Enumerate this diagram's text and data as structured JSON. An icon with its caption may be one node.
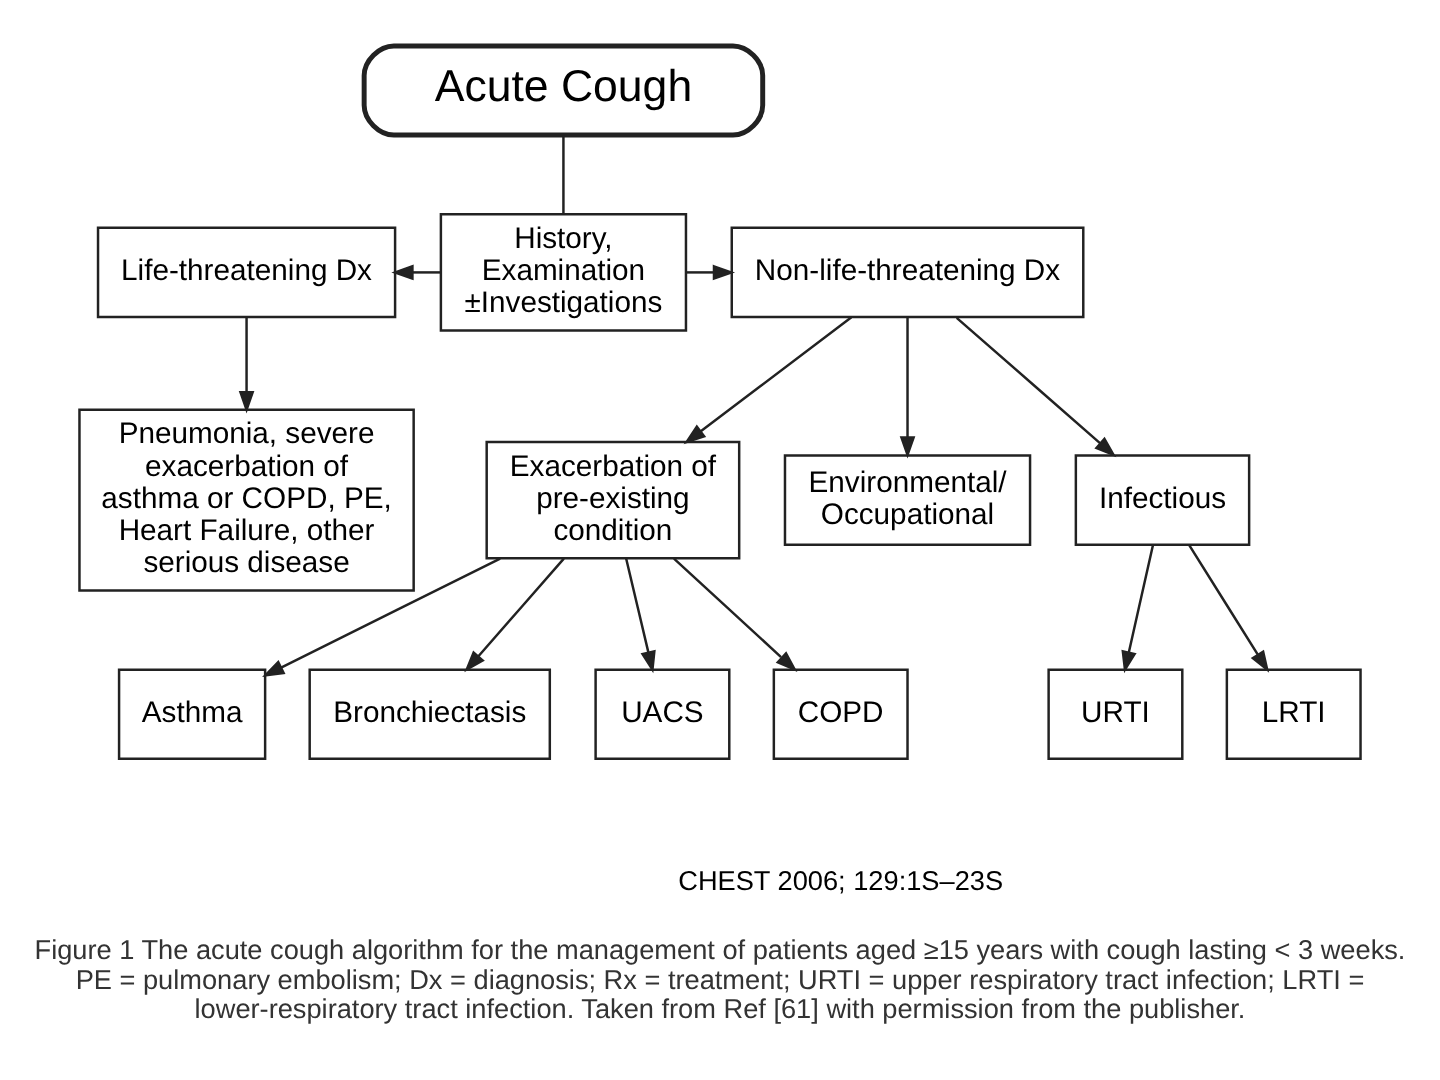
{
  "diagram": {
    "caption": "Figure 1 The acute cough algorithm for the management of patients aged ≥15 years with cough lasting < 3 weeks. PE = pulmonary embolism; Dx = diagnosis; Rx = treatment; URTI = upper respiratory tract infection; LRTI = lower-respiratory tract infection. Taken from Ref [61] with permission from the publisher.",
    "nodes": [
      {
        "text": [
          "Acute Cough"
        ]
      },
      {
        "text": [
          "Life-threatening Dx"
        ]
      },
      {
        "text": [
          "History, Examination ±Investigations"
        ]
      },
      {
        "text": [
          "Non-life-threatening Dx"
        ]
      },
      {
        "text": [
          "Pneumonia, severe exacerbation of asthma or COPD, PE, Heart Failure, other serious disease"
        ]
      },
      {
        "text": [
          "Infectious"
        ]
      },
      {
        "text": [
          "Exacerbation of pre-existing condition"
        ]
      },
      {
        "text": [
          "Environmental/ Occupational"
        ]
      },
      {
        "text": [
          "URTI"
        ]
      },
      {
        "text": [
          "LRTI"
        ]
      },
      {
        "text": [
          "Asthma"
        ]
      },
      {
        "text": [
          "Bronchiectasis"
        ]
      },
      {
        "text": [
          "UACS"
        ]
      },
      {
        "text": [
          "COPD"
        ]
      }
    ],
    "edges": [
      {
        "from": 0,
        "to": 2,
        "arrow": "none"
      },
      {
        "from": 2,
        "to": 1,
        "arrow": "to"
      },
      {
        "from": 2,
        "to": 3,
        "arrow": "to"
      },
      {
        "from": 1,
        "to": 4,
        "arrow": "to"
      },
      {
        "from": 3,
        "to": 5,
        "arrow": "to"
      },
      {
        "from": 3,
        "to": 6,
        "arrow": "to"
      },
      {
        "from": 3,
        "to": 7,
        "arrow": "to"
      },
      {
        "from": 5,
        "to": 8,
        "arrow": "to"
      },
      {
        "from": 5,
        "to": 9,
        "arrow": "to"
      },
      {
        "from": 6,
        "to": 10,
        "arrow": "to"
      },
      {
        "from": 6,
        "to": 11,
        "arrow": "to"
      },
      {
        "from": 6,
        "to": 12,
        "arrow": "to"
      },
      {
        "from": 6,
        "to": 13,
        "arrow": "to"
      }
    ],
    "labels": [
      "CHEST 2006; 129:1S–23S"
    ]
  }
}
